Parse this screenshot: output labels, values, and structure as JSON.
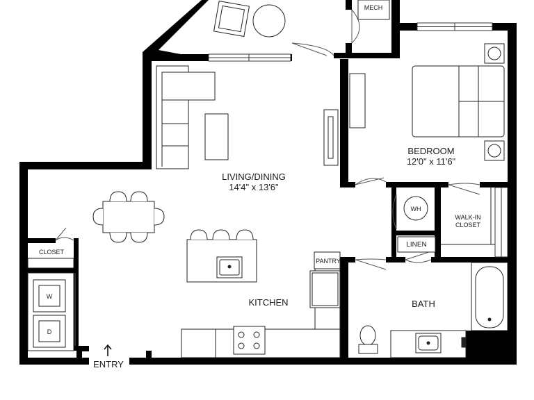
{
  "rooms": {
    "living": {
      "name": "LIVING/DINING",
      "dims": "14'4\" x 13'6\""
    },
    "bedroom": {
      "name": "BEDROOM",
      "dims": "12'0\" x 11'6\""
    },
    "kitchen": {
      "name": "KITCHEN"
    },
    "bath": {
      "name": "BATH"
    },
    "walkin": {
      "line1": "WALK-IN",
      "line2": "CLOSET"
    },
    "closet": {
      "name": "CLOSET"
    },
    "linen": {
      "name": "LINEN"
    },
    "pantry": {
      "name": "PANTRY"
    },
    "mech": {
      "name": "MECH"
    },
    "wh": {
      "name": "WH"
    }
  },
  "appliances": {
    "washer": "W",
    "dryer": "D"
  },
  "entry": {
    "label": "ENTRY"
  },
  "colors": {
    "wall": "#000000",
    "fixture": "#222222",
    "background": "#ffffff"
  }
}
